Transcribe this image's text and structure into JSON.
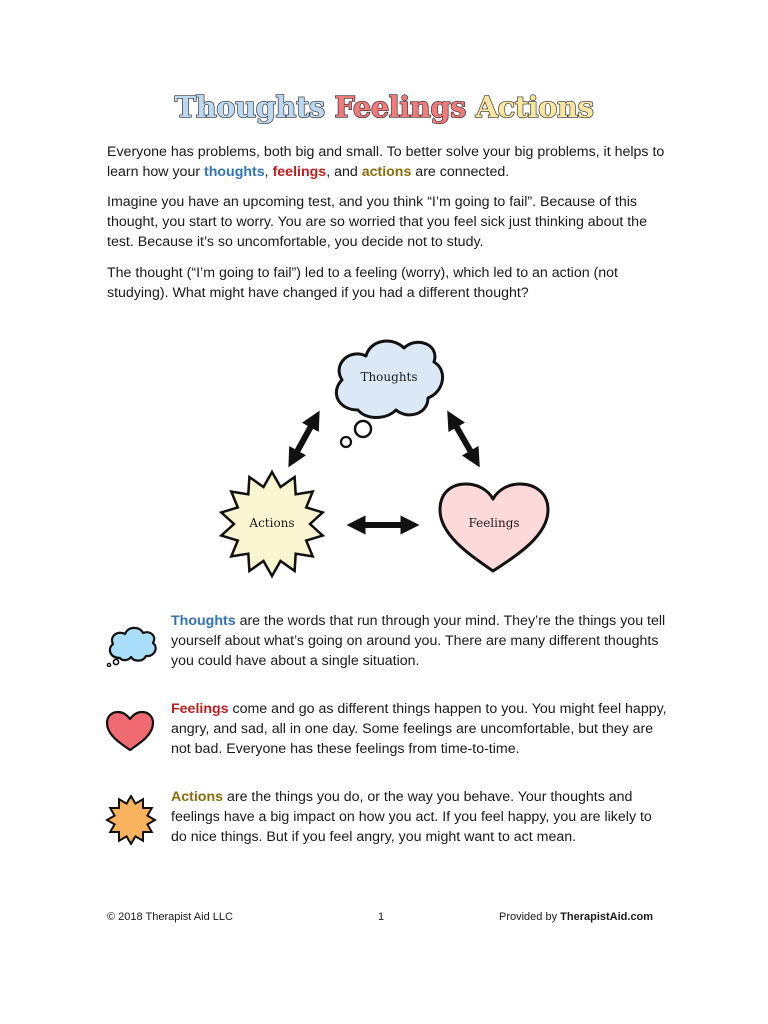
{
  "title": {
    "part1": "Thoughts",
    "part2": "Feelings",
    "part3": "Actions"
  },
  "intro": {
    "p1_before": "Everyone has problems, both big and small. To better solve your big problems, it helps to learn how your ",
    "p1_kw1": "thoughts",
    "p1_sep1": ", ",
    "p1_kw2": "feelings",
    "p1_sep2": ", and ",
    "p1_kw3": "actions",
    "p1_after": " are connected.",
    "p2": "Imagine you have an upcoming test, and you think “I’m going to fail”. Because of this thought, you start to worry. You are so worried that you feel sick just thinking about the test. Because it’s so uncomfortable, you decide not to study.",
    "p3": "The thought (“I’m going to fail”) led to a feeling (worry), which led to an action (not studying). What might have changed if you had a different thought?"
  },
  "diagram": {
    "thoughts_label": "Thoughts",
    "feelings_label": "Feelings",
    "actions_label": "Actions"
  },
  "legend": {
    "thoughts_kw": "Thoughts",
    "thoughts_text": " are the words that run through your mind. They’re the things you tell yourself about what’s going on around you. There are many different thoughts you could have about a single situation.",
    "feelings_kw": "Feelings",
    "feelings_text": " come and go as different things happen to you. You might feel happy, angry, and sad, all in one day. Some feelings are uncomfortable, but they are not bad. Everyone has these feelings from time-to-time.",
    "actions_kw": "Actions",
    "actions_text": " are the things you do, or the way you behave. Your thoughts and feelings have a big impact on how you act. If you feel happy, you are likely to do nice things. But if you feel angry, you might want to act mean."
  },
  "footer": {
    "copyright": "© 2018 Therapist Aid LLC",
    "page": "1",
    "provided_by": "Provided by ",
    "brand": "TherapistAid.com"
  },
  "colors": {
    "thoughts": "#2f73b9",
    "feelings": "#c21d1d",
    "actions": "#8a6c0a",
    "cloud_fill": "#dbe9f7",
    "heart_fill": "#fdd9d9",
    "star_fill": "#fbf5d2"
  }
}
